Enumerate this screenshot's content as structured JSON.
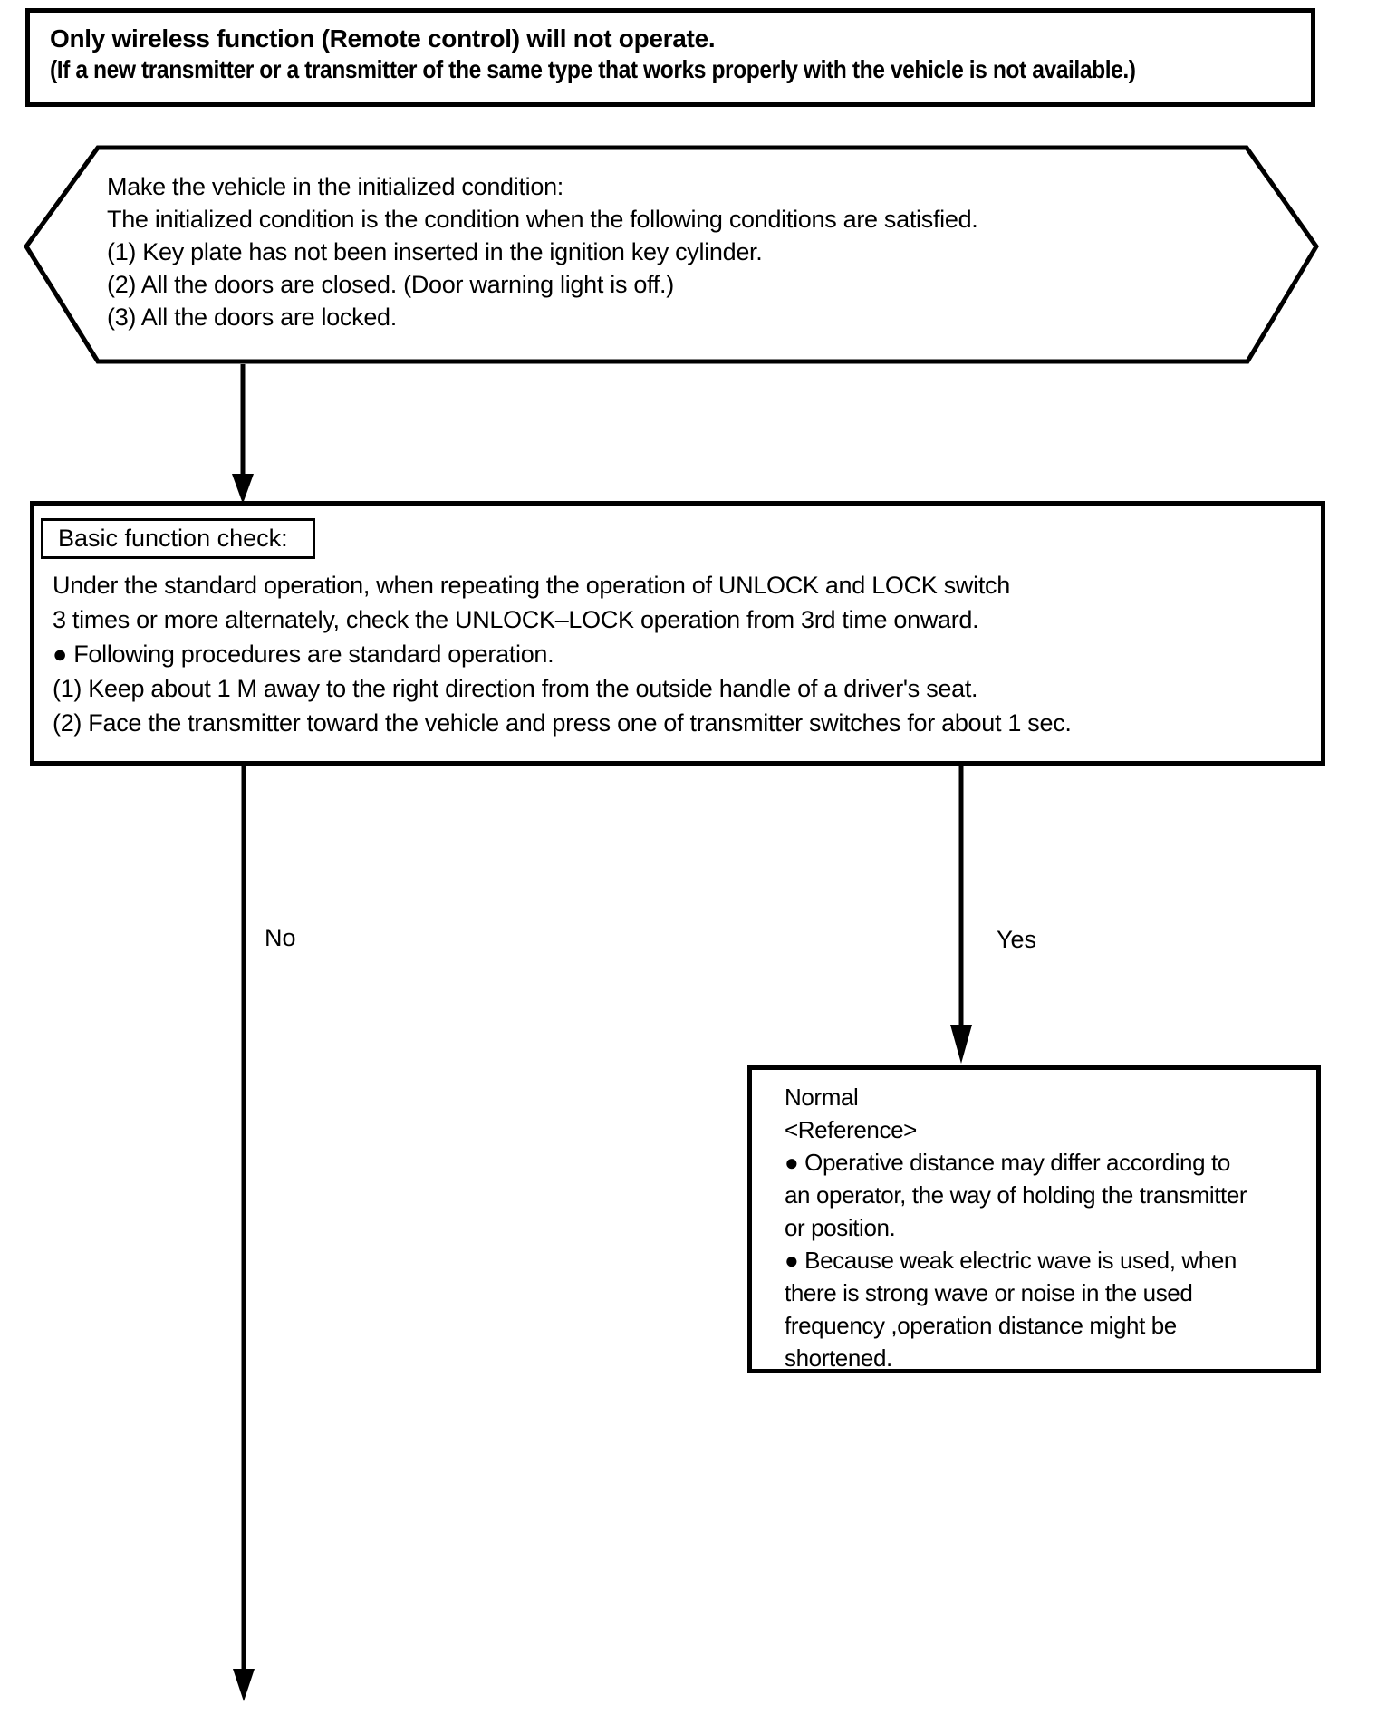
{
  "title_box": {
    "line1": "Only wireless function (Remote control) will not operate.",
    "line2": "(If a new transmitter or a transmitter of the same type that works properly with the vehicle is not available.)"
  },
  "initial_condition": {
    "lines": [
      "Make the vehicle in the initialized condition:",
      "The initialized condition is the condition when the following conditions are satisfied.",
      "(1) Key plate has not been inserted in the ignition key cylinder.",
      "(2) All the doors are closed. (Door warning light is off.)",
      "(3) All the doors are locked."
    ]
  },
  "basic_check": {
    "label": "Basic function check:",
    "lines": [
      "Under the standard operation, when repeating the operation of UNLOCK and LOCK switch",
      "3 times or more alternately, check the UNLOCK–LOCK operation from 3rd time onward.",
      "● Following procedures are standard operation.",
      "(1) Keep about 1 M away to the right direction from the outside handle of a driver's seat.",
      "(2) Face the transmitter toward the vehicle and press one of transmitter switches for about 1 sec."
    ]
  },
  "branches": {
    "no_label": "No",
    "yes_label": "Yes"
  },
  "normal_box": {
    "lines": [
      "Normal",
      "<Reference>",
      "● Operative distance may differ according to",
      "an operator, the way of holding the transmitter",
      "or position.",
      "● Because weak electric wave is used, when",
      "there is strong wave or noise in the used",
      "frequency ,operation distance might be",
      "shortened."
    ]
  },
  "colors": {
    "ink": "#000000",
    "paper": "#ffffff"
  }
}
